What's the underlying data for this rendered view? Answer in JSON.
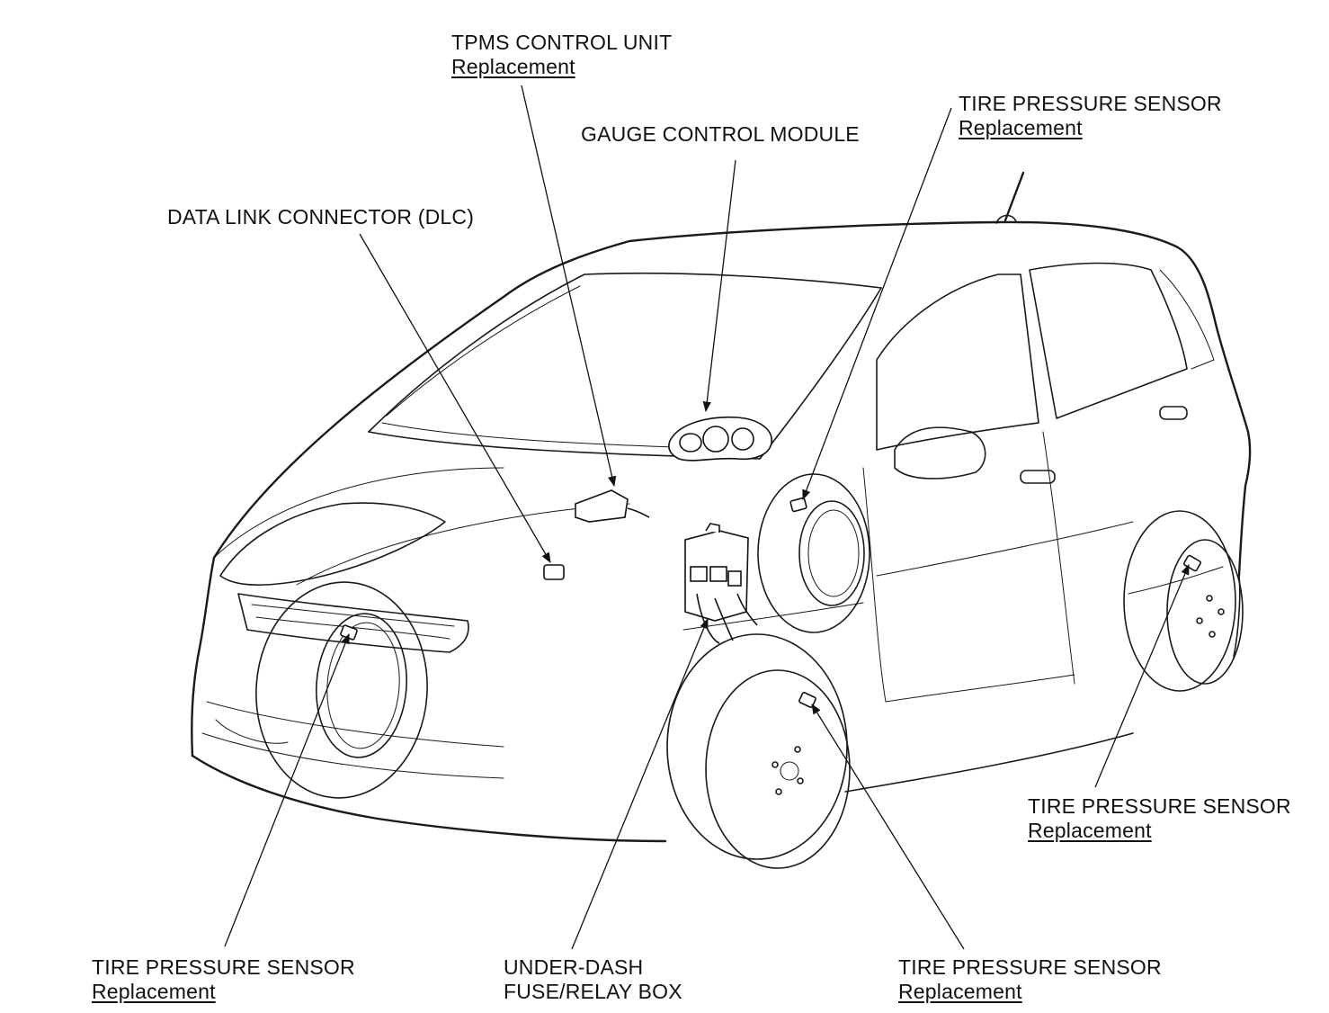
{
  "callouts": {
    "tpms_unit": {
      "title": "TPMS CONTROL UNIT",
      "link": "Replacement"
    },
    "gauge_module": {
      "title": "GAUGE CONTROL MODULE"
    },
    "dlc": {
      "title": "DATA LINK CONNECTOR (DLC)"
    },
    "sensor_rear_left": {
      "title": "TIRE PRESSURE SENSOR",
      "link": "Replacement"
    },
    "sensor_rear_right": {
      "title": "TIRE PRESSURE SENSOR",
      "link": "Replacement"
    },
    "sensor_front_left": {
      "title": "TIRE PRESSURE SENSOR",
      "link": "Replacement"
    },
    "fuse_box": {
      "line1": "UNDER-DASH",
      "line2": "FUSE/RELAY BOX"
    },
    "sensor_front_right": {
      "title": "TIRE PRESSURE SENSOR",
      "link": "Replacement"
    }
  },
  "colors": {
    "ink": "#111111",
    "background": "#ffffff"
  }
}
